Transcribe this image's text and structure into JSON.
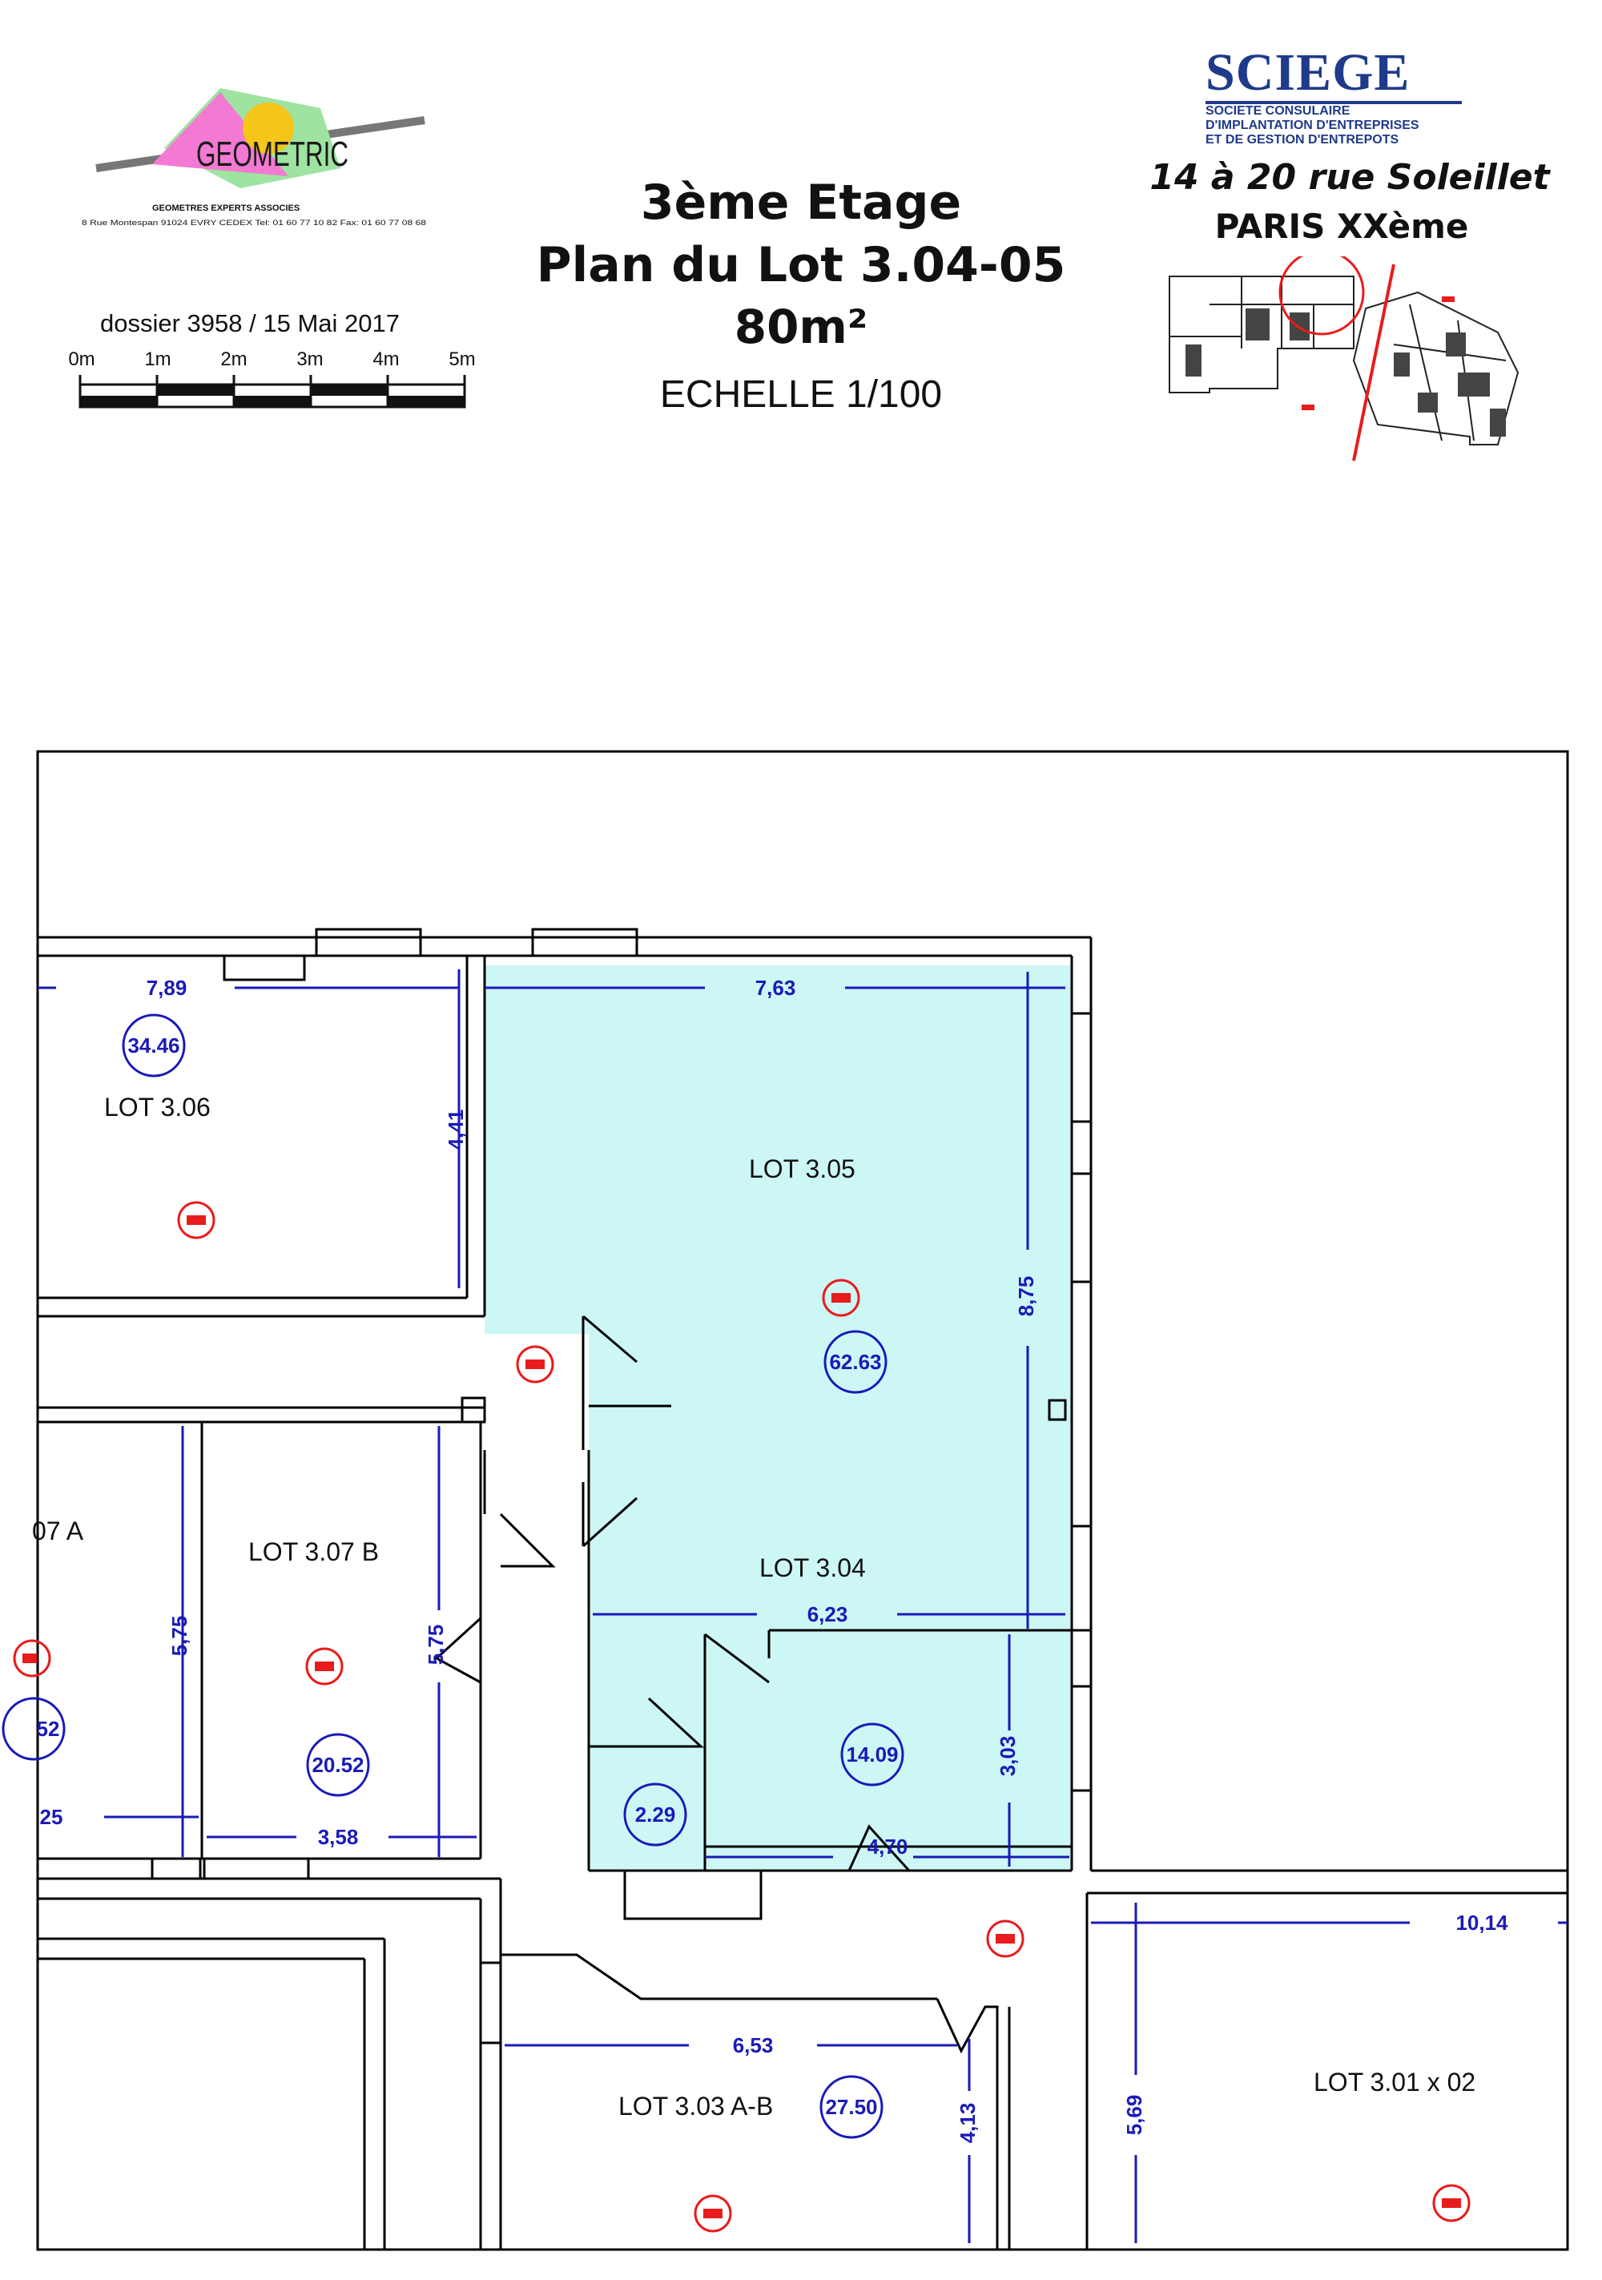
{
  "header": {
    "floor": "3ème Etage",
    "plan": "Plan du Lot 3.04-05",
    "area": "80m²",
    "scale": "ECHELLE 1/100",
    "dossier": "dossier 3958 / 15 Mai 2017",
    "scale_ticks": [
      "0m",
      "1m",
      "2m",
      "3m",
      "4m",
      "5m"
    ]
  },
  "logo_left": {
    "name": "GEOMETRIC",
    "subtitle": "GEOMETRES EXPERTS ASSOCIES",
    "address": "8 Rue Montespan 91024 EVRY CEDEX  Tel: 01 60 77 10 82 Fax: 01 60 77 08 68"
  },
  "logo_right": {
    "name": "SCIEGE",
    "line1": "SOCIETE CONSULAIRE",
    "line2": "D'IMPLANTATION D'ENTREPRISES",
    "line3": "ET DE GESTION D'ENTREPOTS",
    "address": "14 à 20  rue Soleillet",
    "city": "PARIS XXème"
  },
  "lots": {
    "l306": "LOT 3.06",
    "l305": "LOT 3.05",
    "l304": "LOT 3.04",
    "l307a": "07 A",
    "l307b": "LOT 3.07 B",
    "l303": "LOT 3.03 A-B",
    "l301": "LOT 3.01 x 02"
  },
  "dims": {
    "d789": "7,89",
    "d763": "7,63",
    "d441": "4,41",
    "d875": "8,75",
    "d623": "6,23",
    "d575a": "5,75",
    "d575b": "5,75",
    "d358": "3,58",
    "d25": "25",
    "d303": "3,03",
    "d470": "4,70",
    "d653": "6,53",
    "d413": "4,13",
    "d569": "5,69",
    "d1014": "10,14"
  },
  "areas": {
    "a3446": "34.46",
    "a6263": "62.63",
    "a2052": "20.52",
    "a52": "52",
    "a1409": "14.09",
    "a229": "2.29",
    "a2750": "27.50"
  },
  "colors": {
    "highlight": "#ccf7f5",
    "wall": "#000000",
    "dimension": "#1a1ab8",
    "marker": "#e81c1c",
    "sciege_blue": "#1f3a8a",
    "logo_pink": "#f27ad3",
    "logo_yellow": "#f5c518",
    "logo_green": "#9fe3a0"
  }
}
